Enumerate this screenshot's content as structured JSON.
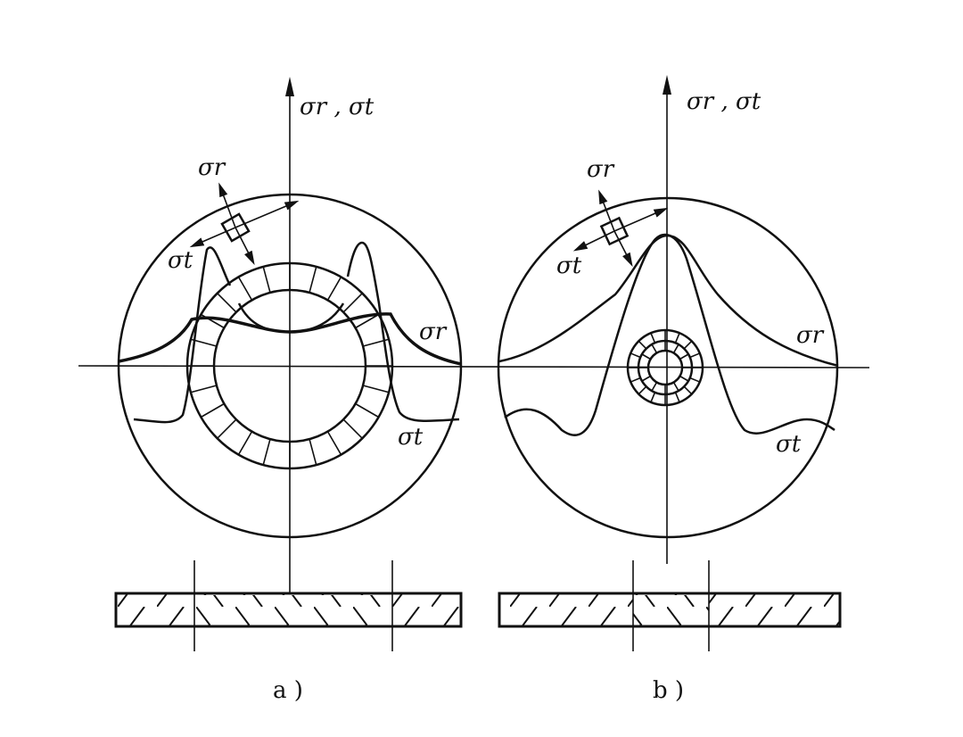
{
  "figure_a": {
    "axis_label": "σr , σt",
    "element_sigma_r": "σr",
    "element_sigma_t": "σt",
    "curve_sigma_r": "σr",
    "curve_sigma_t": "σt",
    "caption": "a )"
  },
  "figure_b": {
    "axis_label": "σr , σt",
    "element_sigma_r": "σr",
    "element_sigma_t": "σt",
    "curve_sigma_r": "σr",
    "curve_sigma_t": "σt",
    "caption": "b )"
  }
}
